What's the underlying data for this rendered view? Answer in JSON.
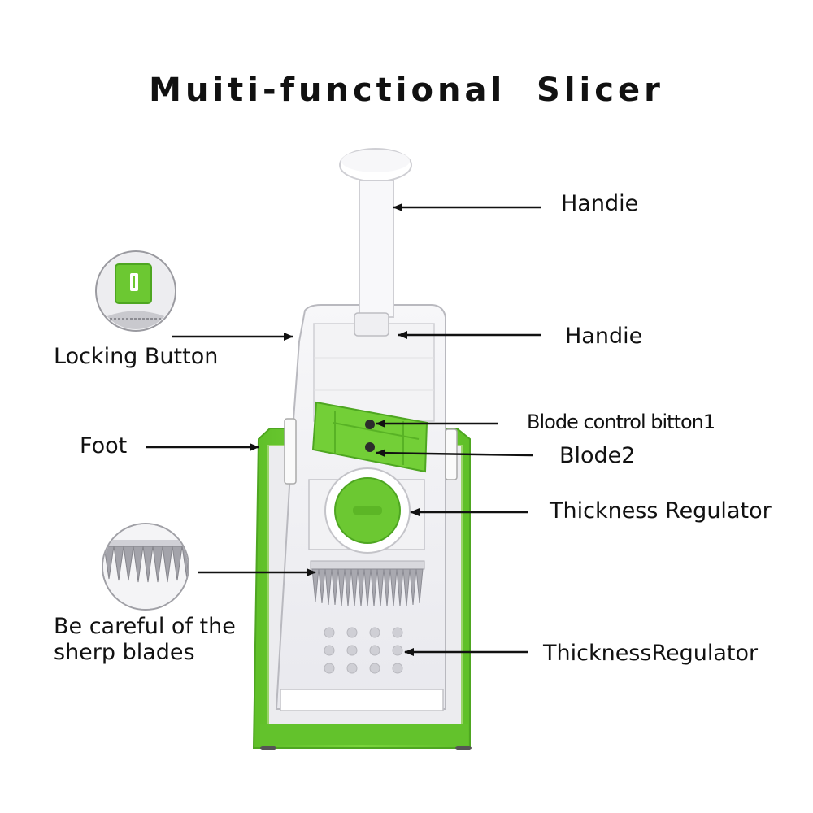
{
  "title": "Muiti-functional  Slicer",
  "labels": {
    "handle_top": "Handie",
    "handle_mid": "Handie",
    "locking_button": "Locking Button",
    "foot": "Foot",
    "blade_control_1": "Blode control bitton1",
    "blade_2": "Blode2",
    "thickness_regulator_1": "Thickness Regulator",
    "warning": "Be careful of the sherp blades",
    "thickness_regulator_2": "ThicknessRegulator"
  },
  "colors": {
    "accent_green": "#6cc832",
    "frame_white": "#f4f4f6",
    "outline_gray": "#b9b9bf",
    "text": "#111111"
  }
}
